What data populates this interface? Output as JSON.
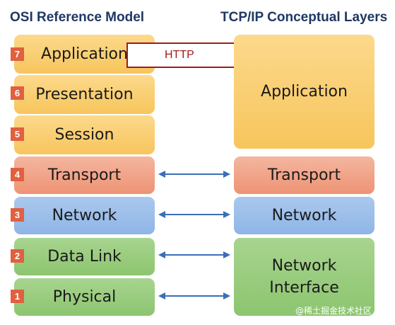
{
  "headings": {
    "osi": "OSI Reference Model",
    "tcpip": "TCP/IP Conceptual Layers"
  },
  "osi_layers": [
    {
      "number": "7",
      "name": "Application"
    },
    {
      "number": "6",
      "name": "Presentation"
    },
    {
      "number": "5",
      "name": "Session"
    },
    {
      "number": "4",
      "name": "Transport"
    },
    {
      "number": "3",
      "name": "Network"
    },
    {
      "number": "2",
      "name": "Data Link"
    },
    {
      "number": "1",
      "name": "Physical"
    }
  ],
  "tcpip_layers": [
    {
      "name": "Application"
    },
    {
      "name": "Transport"
    },
    {
      "name": "Network"
    },
    {
      "name": "Network Interface"
    }
  ],
  "callout": "HTTP",
  "watermark": "@稀土掘金技术社区",
  "colors": {
    "application": "#f7c55c",
    "transport": "#ee9374",
    "network": "#8fb5e6",
    "link": "#8cc56f",
    "arrow": "#3b6fb6",
    "callout_border": "#a11b1b",
    "heading": "#1f3864",
    "badge": "#e06040"
  }
}
